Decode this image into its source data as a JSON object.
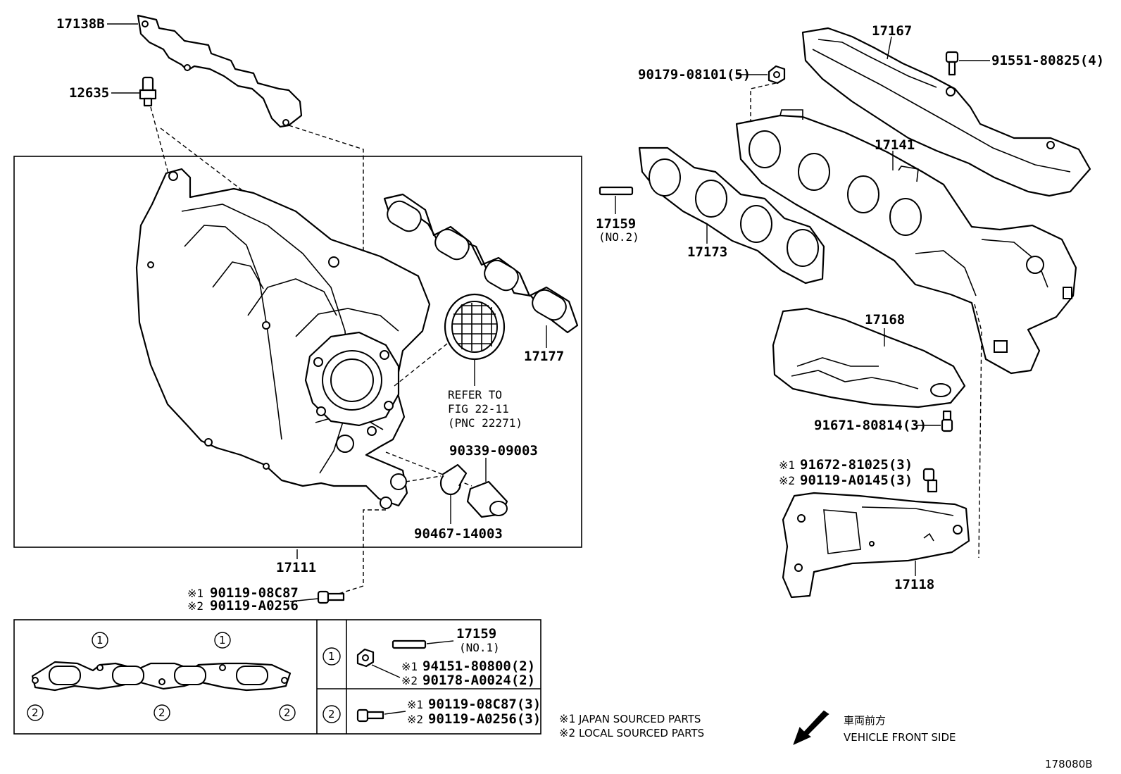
{
  "parts": {
    "p17138B": "17138B",
    "p12635": "12635",
    "p17111": "17111",
    "p17177": "17177",
    "p90339": "90339-09003",
    "p90467": "90467-14003",
    "refer_line1": "REFER TO",
    "refer_line2": "FIG 22-11",
    "refer_line3": "(PNC 22271)",
    "bolt_a1": "90119-08C87",
    "bolt_a2": "90119-A0256",
    "p90179": "90179-08101(5)",
    "p17167": "17167",
    "p91551": "91551-80825(4)",
    "p17141": "17141",
    "p17159": "17159",
    "p17159_no": "(NO.2)",
    "p17173": "17173",
    "p17168": "17168",
    "p91671": "91671-80814(3)",
    "p91672": "91672-81025(3)",
    "p90119b": "90119-A0145(3)",
    "p17118": "17118"
  },
  "marks": {
    "m1": "※1",
    "m2": "※2"
  },
  "legend_table": {
    "circle1": "1",
    "circle2": "2",
    "row1_part": "17159",
    "row1_no": "(NO.1)",
    "row1_a": "94151-80800(2)",
    "row1_b": "90178-A0024(2)",
    "row2_a": "90119-08C87(3)",
    "row2_b": "90119-A0256(3)"
  },
  "notes": {
    "japan": "JAPAN SOURCED PARTS",
    "local": "LOCAL SOURCED PARTS",
    "dir_jp": "車両前方",
    "dir_en": "VEHICLE FRONT SIDE",
    "fig_id": "178080B"
  }
}
